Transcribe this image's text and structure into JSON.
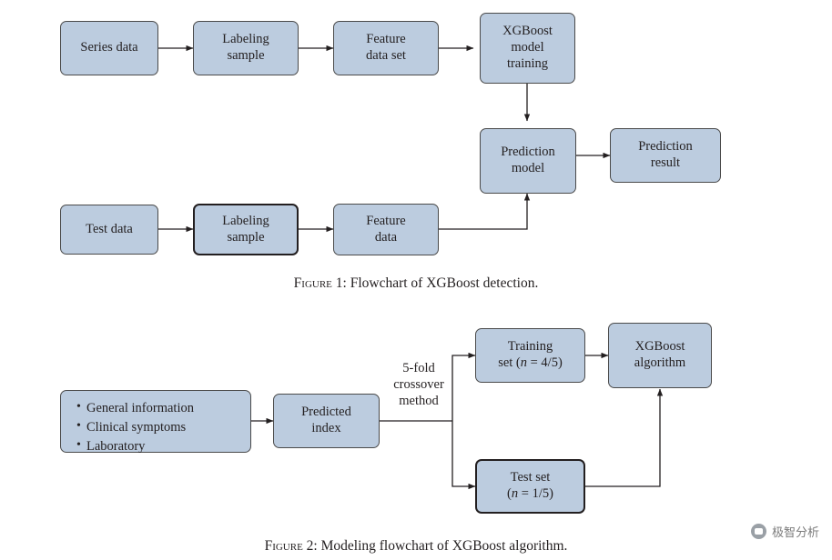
{
  "figure1": {
    "nodes": {
      "series_data": "Series data",
      "labeling_sample_top": "Labeling\nsample",
      "feature_data_set": "Feature\ndata set",
      "xgboost_model_training": "XGBoost\nmodel\ntraining",
      "prediction_model": "Prediction\nmodel",
      "prediction_result": "Prediction\nresult",
      "test_data": "Test data",
      "labeling_sample_bottom": "Labeling\nsample",
      "feature_data": "Feature\ndata"
    },
    "caption_label": "Figure 1:",
    "caption_text": "Flowchart of XGBoost detection."
  },
  "figure2": {
    "bullets": [
      "General information",
      "Clinical symptoms",
      "Laboratory"
    ],
    "nodes": {
      "predicted_index": "Predicted\nindex",
      "training_set": "Training\nset (n = 4/5)",
      "xgboost_algorithm": "XGBoost\nalgorithm",
      "test_set": "Test set\n(n = 1/5)"
    },
    "edge_label": "5-fold\ncrossover\nmethod",
    "caption_label": "Figure 2:",
    "caption_text": "Modeling flowchart of XGBoost algorithm."
  },
  "watermark": {
    "text": "极智分析"
  },
  "colors": {
    "node_fill": "#bcccdf",
    "node_border": "#4a4a4a",
    "node_border_thick": "#231f20",
    "text": "#231f20",
    "wire": "#231f20"
  }
}
